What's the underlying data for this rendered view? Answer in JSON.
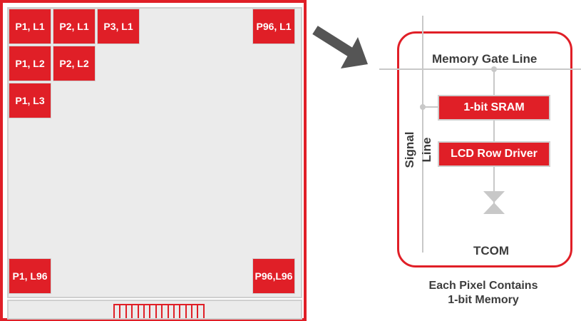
{
  "display": {
    "cells": [
      {
        "label": "P1, L1"
      },
      {
        "label": "P2, L1"
      },
      {
        "label": "P3, L1"
      },
      {
        "label": "P96, L1"
      },
      {
        "label": "P1, L2"
      },
      {
        "label": "P2, L2"
      },
      {
        "label": "P1, L3"
      },
      {
        "label": "P1, L96"
      },
      {
        "label": "P96,L96"
      }
    ]
  },
  "pixel_diagram": {
    "memory_gate_line": "Memory Gate Line",
    "signal_line": "Signal Line",
    "sram_label": "1-bit SRAM",
    "driver_label": "LCD Row Driver",
    "tcom_label": "TCOM",
    "caption_line1": "Each Pixel Contains",
    "caption_line2": "1-bit Memory"
  },
  "colors": {
    "accent": "#e01f27",
    "panel": "#ebebeb",
    "line": "#c8c8c8",
    "text": "#3c3c3c",
    "arrow": "#555555"
  },
  "icons": {
    "arrow": "arrow-icon",
    "transistor": "transistor-icon"
  }
}
